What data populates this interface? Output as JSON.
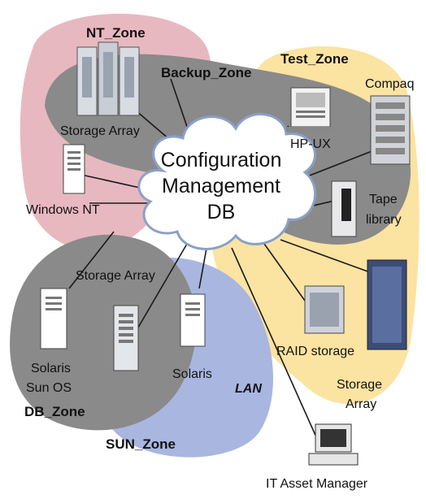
{
  "zones": {
    "nt": "NT_Zone",
    "backup": "Backup_Zone",
    "test": "Test_Zone",
    "db": "DB_Zone",
    "sun": "SUN_Zone"
  },
  "cloud": {
    "line1": "Configuration",
    "line2": "Management",
    "line3": "DB"
  },
  "devices": {
    "storage_array_nt": "Storage Array",
    "windows_nt": "Windows NT",
    "hpux": "HP-UX",
    "compaq": "Compaq",
    "tape_line1": "Tape",
    "tape_line2": "library",
    "storage_array_db": "Storage Array",
    "solaris_sunos_line1": "Solaris",
    "solaris_sunos_line2": "Sun OS",
    "solaris": "Solaris",
    "raid": "RAID storage",
    "storage_array_test_line1": "Storage",
    "storage_array_test_line2": "Array",
    "lan": "LAN",
    "it_asset_manager": "IT Asset Manager"
  },
  "colors": {
    "nt_zone": "#e8b8c0",
    "test_zone": "#fbe3a2",
    "sun_zone": "#a9b6e0",
    "backup_zone": "#8a8a8a",
    "db_zone": "#8a8a8a",
    "cloud": "#ffffff"
  }
}
